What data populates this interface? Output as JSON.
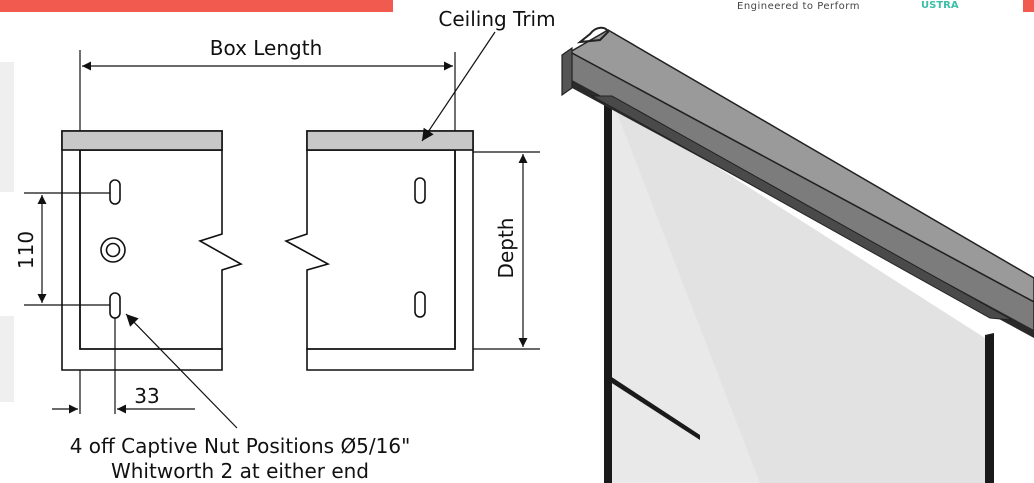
{
  "header": {
    "tagline": "Engineered to Perform",
    "logo_fragment": "USTRA"
  },
  "diagram": {
    "box_length_label": "Box Length",
    "ceiling_trim_label": "Ceiling Trim",
    "depth_label": "Depth",
    "dim_110": "110",
    "dim_33": "33",
    "note_line1": "4 off Captive Nut Positions Ø5/16\"",
    "note_line2": "Whitworth 2 at either end"
  },
  "colors": {
    "accent_red": "#f05a4f",
    "trim_grey": "#c8c8c8",
    "logo_teal": "#3bbfa6"
  }
}
